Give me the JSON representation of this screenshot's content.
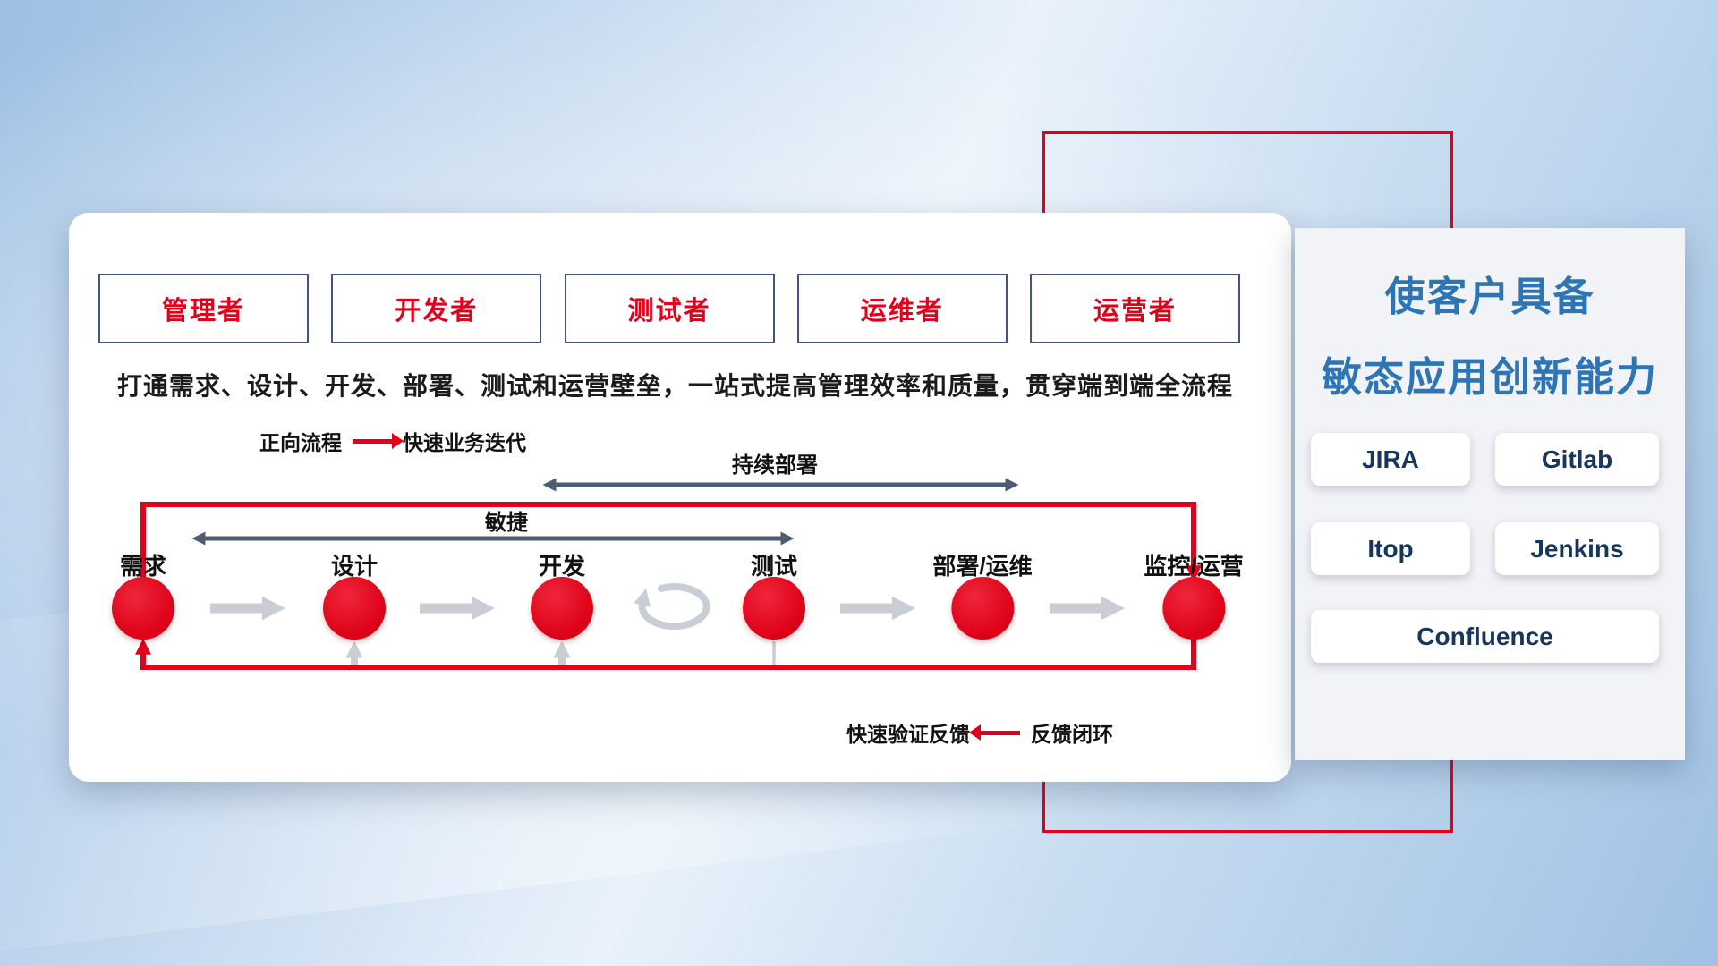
{
  "colors": {
    "accent_red": "#e2001a",
    "slate_arrow": "#4d5c72",
    "gray_arrow": "#c9ced4",
    "panel_title_blue": "#2e75b6",
    "tool_text_navy": "#17365d",
    "role_border_navy": "#44557d"
  },
  "card": {
    "roles": [
      "管理者",
      "开发者",
      "测试者",
      "运维者",
      "运营者"
    ],
    "subtitle": "打通需求、设计、开发、部署、测试和运营壁垒，一站式提高管理效率和质量，贯穿端到端全流程",
    "forward_legend": {
      "label": "正向流程",
      "desc": "快速业务迭代"
    },
    "continuous_deploy_label": "持续部署",
    "agile_label": "敏捷",
    "stages": [
      "需求",
      "设计",
      "开发",
      "测试",
      "部署/运维",
      "监控/运营"
    ],
    "feedback_legend": {
      "label": "快速验证反馈",
      "desc": "反馈闭环"
    }
  },
  "panel": {
    "title_line1": "使客户具备",
    "title_line2": "敏态应用创新能力",
    "tools": [
      "JIRA",
      "Gitlab",
      "Itop",
      "Jenkins",
      "Confluence"
    ]
  }
}
